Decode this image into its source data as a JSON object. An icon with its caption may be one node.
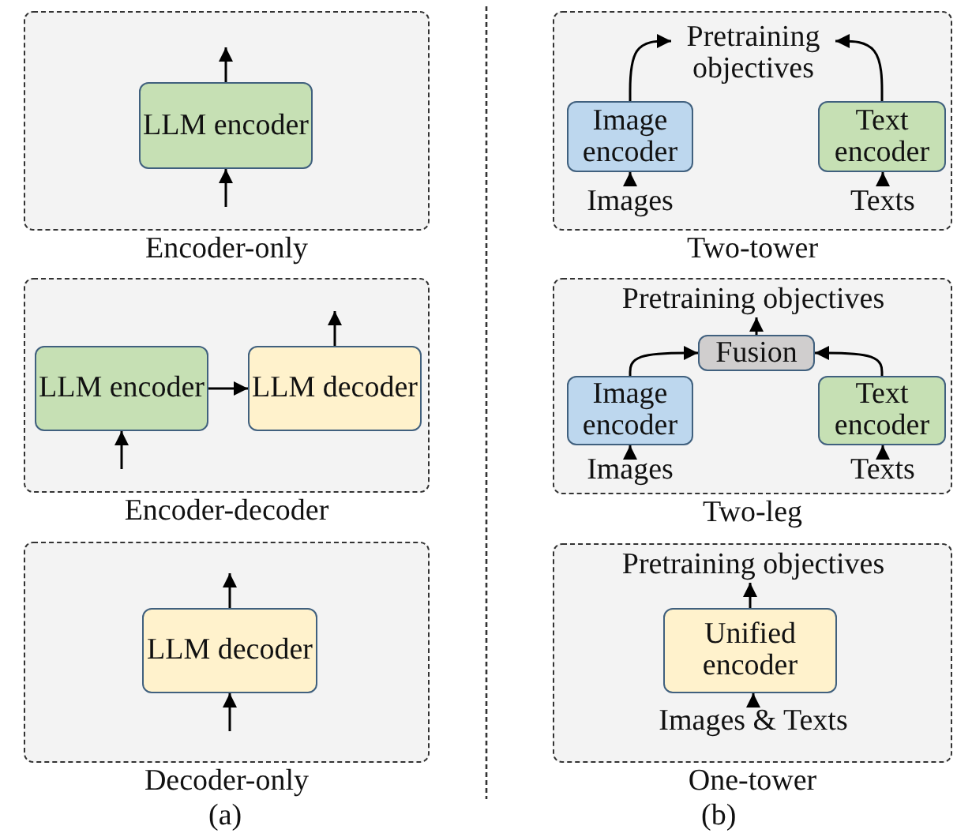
{
  "diagram": {
    "nodes": [
      {
        "text": [
          "Encoder-only"
        ]
      },
      {
        "text": [
          "LLM encoder"
        ],
        "in": 0
      },
      {
        "text": [
          "Encoder-decoder"
        ]
      },
      {
        "text": [
          "LLM encoder"
        ],
        "in": 2
      },
      {
        "text": [
          "LLM decoder"
        ],
        "in": 2
      },
      {
        "text": [
          "Decoder-only"
        ]
      },
      {
        "text": [
          "LLM decoder"
        ],
        "in": 5
      },
      {
        "text": [
          "Two-tower"
        ]
      },
      {
        "text": [
          "Pretraining objectives"
        ],
        "in": 7
      },
      {
        "text": [
          "Image encoder"
        ],
        "in": 7
      },
      {
        "text": [
          "Text encoder"
        ],
        "in": 7
      },
      {
        "text": [
          "Images"
        ],
        "in": 7
      },
      {
        "text": [
          "Texts"
        ],
        "in": 7
      },
      {
        "text": [
          "Two-leg"
        ]
      },
      {
        "text": [
          "Pretraining objectives"
        ],
        "in": 13
      },
      {
        "text": [
          "Fusion"
        ],
        "in": 13
      },
      {
        "text": [
          "Image encoder"
        ],
        "in": 13
      },
      {
        "text": [
          "Text encoder"
        ],
        "in": 13
      },
      {
        "text": [
          "Images"
        ],
        "in": 13
      },
      {
        "text": [
          "Texts"
        ],
        "in": 13
      },
      {
        "text": [
          "One-tower"
        ]
      },
      {
        "text": [
          "Pretraining objectives"
        ],
        "in": 20
      },
      {
        "text": [
          "Unified encoder"
        ],
        "in": 20
      },
      {
        "text": [
          "Images & Texts"
        ],
        "in": 20
      }
    ],
    "edges": [
      {
        "from": null,
        "to": 1,
        "arrow": "to"
      },
      {
        "from": 1,
        "to": null,
        "arrow": "to"
      },
      {
        "from": 3,
        "to": 4,
        "arrow": "to"
      },
      {
        "from": null,
        "to": 3,
        "arrow": "to"
      },
      {
        "from": 4,
        "to": null,
        "arrow": "to"
      },
      {
        "from": null,
        "to": 6,
        "arrow": "to"
      },
      {
        "from": 6,
        "to": null,
        "arrow": "to"
      },
      {
        "from": 9,
        "to": 8,
        "arrow": "to"
      },
      {
        "from": 10,
        "to": 8,
        "arrow": "to"
      },
      {
        "from": 11,
        "to": 9,
        "arrow": "to"
      },
      {
        "from": 12,
        "to": 10,
        "arrow": "to"
      },
      {
        "from": 16,
        "to": 15,
        "arrow": "to"
      },
      {
        "from": 17,
        "to": 15,
        "arrow": "to"
      },
      {
        "from": 15,
        "to": 14,
        "arrow": "to"
      },
      {
        "from": 18,
        "to": 16,
        "arrow": "to"
      },
      {
        "from": 19,
        "to": 17,
        "arrow": "to"
      },
      {
        "from": 22,
        "to": 21,
        "arrow": "to"
      },
      {
        "from": 23,
        "to": 22,
        "arrow": "to"
      }
    ],
    "labels": [
      "(a)",
      "(b)"
    ]
  }
}
